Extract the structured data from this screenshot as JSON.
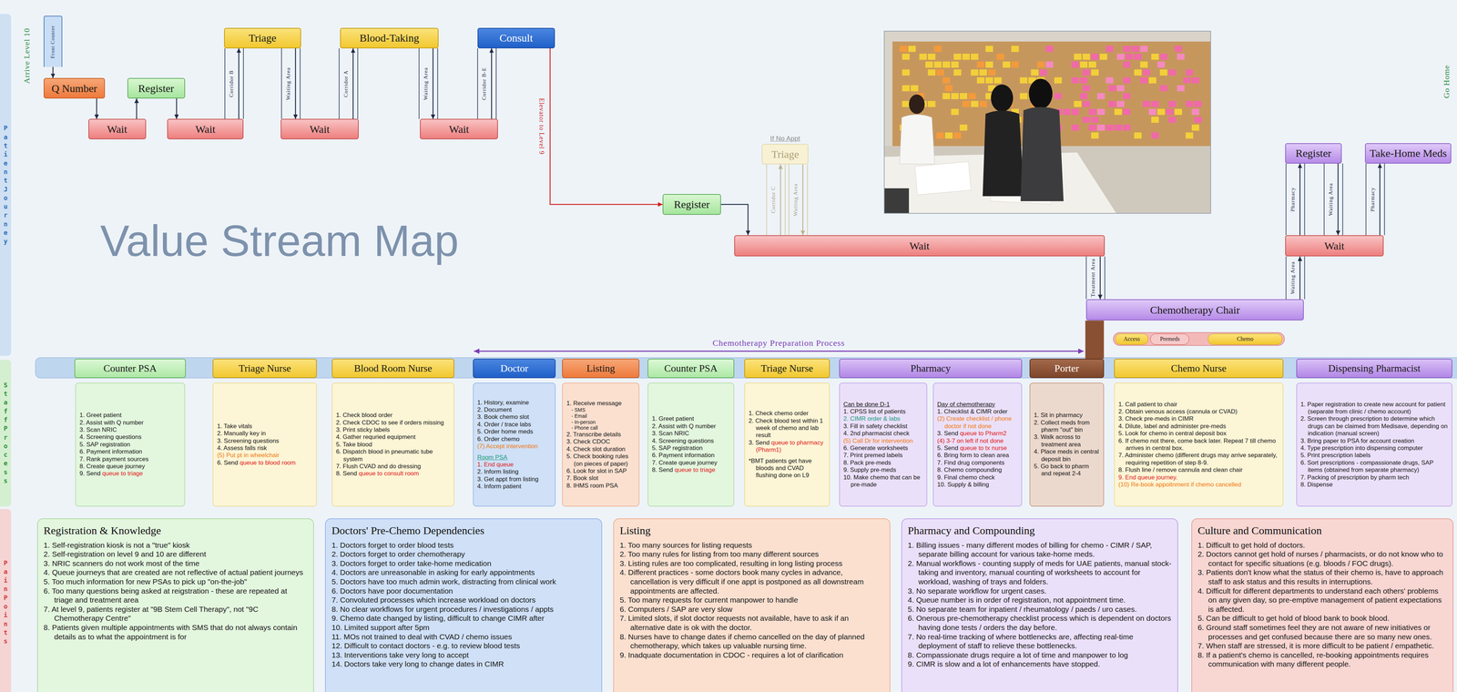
{
  "diagram": {
    "title": "Value Stream Map",
    "nodes": [
      {
        "text": [
          "Front Counter"
        ]
      },
      {
        "text": [
          "Q Number"
        ]
      },
      {
        "text": [
          "Wait"
        ]
      },
      {
        "text": [
          "Register"
        ]
      },
      {
        "text": [
          "Wait"
        ]
      },
      {
        "text": [
          "Triage"
        ]
      },
      {
        "text": [
          "Wait"
        ]
      },
      {
        "text": [
          "Blood-Taking"
        ]
      },
      {
        "text": [
          "Wait"
        ]
      },
      {
        "text": [
          "Consult"
        ]
      },
      {
        "text": [
          "Register"
        ]
      },
      {
        "text": [
          "If No Appt",
          "Triage"
        ]
      },
      {
        "text": [
          "Wait"
        ]
      },
      {
        "text": [
          "Chemotherapy Chair"
        ]
      },
      {
        "text": [
          "Access"
        ]
      },
      {
        "text": [
          "Premeds"
        ]
      },
      {
        "text": [
          "Chemo"
        ]
      },
      {
        "text": [
          "Wait"
        ]
      },
      {
        "text": [
          "Register"
        ]
      },
      {
        "text": [
          "Take-Home Meds"
        ]
      },
      {
        "text": [
          "Patient Journey"
        ]
      },
      {
        "text": [
          "Staff Process"
        ]
      },
      {
        "text": [
          "Pain Points"
        ]
      },
      {
        "text": [
          "Counter PSA"
        ]
      },
      {
        "text": [
          "1. Greet patient",
          "2. Assist with Q number",
          "3. Scan NRIC",
          "4. Screening questions",
          "5. SAP registration",
          "6. Payment information",
          "7. Rank payment sources",
          "8. Create queue journey",
          "9. Send",
          "queue to triage"
        ]
      },
      {
        "text": [
          "Triage Nurse"
        ]
      },
      {
        "text": [
          "1. Take vitals",
          "2. Manually key in",
          "3. Screening questions",
          "4. Assess falls risk",
          "(5) Put pt in wheelchair",
          "6. Send",
          "queue to blood room"
        ]
      },
      {
        "text": [
          "Blood Room Nurse"
        ]
      },
      {
        "text": [
          "1. Check blood order",
          "2. Check CDOC to see if orders missing",
          "3. Print sticky labels",
          "4. Gather requried equipment",
          "5. Take blood",
          "6. Dispatch blood in pneumatic tube system",
          "7. Flush CVAD and do dressing",
          "8. Send",
          "queue to consult room"
        ]
      },
      {
        "text": [
          "Doctor"
        ]
      },
      {
        "text": [
          "1. History, examine",
          "2. Document",
          "3. Book chemo slot",
          "4. Order / trace labs",
          "5. Order home meds",
          "6. Order chemo",
          "(7) Accept intervention",
          "Room PSA",
          "1. End queue",
          "2. Inform listing",
          "3. Get appt from listing",
          "4. Inform patient"
        ]
      },
      {
        "text": [
          "Listing"
        ]
      },
      {
        "text": [
          "1. Receive message",
          "- SMS",
          "- Email",
          "- In-person",
          "- Phone call",
          "2. Transcribe details",
          "3. Check CDOC",
          "4. Check slot duration",
          "5. Check booking rules (on pieces of paper)",
          "6. Look for slot in SAP",
          "7. Book slot",
          "8. IHMS room PSA"
        ]
      },
      {
        "text": [
          "Counter PSA"
        ]
      },
      {
        "text": [
          "1. Greet patient",
          "2. Assist with Q number",
          "3. Scan NRIC",
          "4. Screening questions",
          "5. SAP registration",
          "6. Payment information",
          "7. Create queue journey",
          "8. Send",
          "queue to triage"
        ]
      },
      {
        "text": [
          "Triage Nurse"
        ]
      },
      {
        "text": [
          "1. Check chemo order",
          "2. Check blood test within 1 week of chemo and lab result",
          "3. Send",
          "queue to pharmacy (Pharm1)",
          "*BMT patients get have bloods and CVAD flushing done on L9"
        ]
      },
      {
        "text": [
          "Pharmacy"
        ]
      },
      {
        "text": [
          "Can be done D-1",
          "1. CPSS list of patients",
          "2. CIMR order & labs",
          "3. Fill in safety checklist",
          "4. 2nd pharmacist check",
          "(5) Call Dr for intervention",
          "6. Generate worksheets",
          "7. Print premed labels",
          "8. Pack pre-meds",
          "9. Supply pre-meds",
          "10. Make chemo that can be pre-made"
        ]
      },
      {
        "text": [
          "Day of chemotherapy",
          "1. Checklist & CIMR order",
          "(2) Create checklist / phone doctor if not done",
          "3. Send",
          "queue to Pharm2",
          "(4) 3-7 on left if not done",
          "5. Send",
          "queue to tx nurse",
          "6. Bring form to clean area",
          "7. Find drug components",
          "8. Chemo compounding",
          "9. Final chemo check",
          "10. Supply & billing"
        ]
      },
      {
        "text": [
          "Porter"
        ]
      },
      {
        "text": [
          "1. Sit in pharmacy",
          "2. Collect meds from pharm \"out\" bin",
          "3. Walk across to treatment area",
          "4. Place meds in central deposit bin",
          "5. Go back to pharm and repeat 2-4"
        ]
      },
      {
        "text": [
          "Chemo Nurse"
        ]
      },
      {
        "text": [
          "1. Call patient to chair",
          "2. Obtain venous access (cannula or CVAD)",
          "3. Check pre-meds in CIMR",
          "4. Dilute, label and administer pre-meds",
          "5. Look for chemo in central deposit box",
          "6. If chemo not there, come back later. Repeat 7 till chemo arrives in central box.",
          "7. Administer chemo (different drugs may arrive separately, requiring repetition of step 8-9.",
          "8. Flush line / remove cannula and clean chair",
          "9. End queue journey.",
          "(10) Re-book appoitnment if chemo cancelled"
        ]
      },
      {
        "text": [
          "Dispensing Pharmacist"
        ]
      },
      {
        "text": [
          "1. Paper registration to create new account for patient (separate from clinic / chemo account)",
          "2. Screen through prescription to determine which drugs can be claimed from Medisave, depending on indication (manual screen)",
          "3. Bring paper to PSA for account creation",
          "4. Type prescription into dispensing computer",
          "5. Print prescription labels",
          "6. Sort prescriptions - compassionate drugs, SAP items (obtained from separate pharmacy)",
          "7. Packing of prescription by pharm tech",
          "8. Dispense"
        ]
      },
      {
        "text": [
          "Registration & Knowledge",
          "1. Self-registration kiosk is not a \"true\" kiosk",
          "2. Self-registration on level 9 and 10 are different",
          "3. NRIC scanners do not work most of the time",
          "4. Queue journeys that are created are not reflective of actual patient journeys",
          "5. Too much information for new PSAs to pick up \"on-the-job\"",
          "6. Too many questions being asked at reigstration - these are repeated at triage and treatment area",
          "7. At level 9, patients register at \"9B Stem Cell Therapy\", not \"9C Chemotherapy Centre\"",
          "8. Patients given multiple appointments with SMS that do not always contain details as to what the appointment is for"
        ]
      },
      {
        "text": [
          "Doctors' Pre-Chemo Dependencies",
          "1. Doctors forget to order blood tests",
          "2. Doctors forget to order chemotherapy",
          "3. Doctors forget to order take-home medication",
          "4. Doctors are unreasonable in asking for early appointments",
          "5. Doctors have too much admin work, distracting from clinical work",
          "6. Doctors have poor documentation",
          "7. Convoluted processes which increase workload on doctors",
          "8. No clear workflows for urgent procedures / investigations / appts",
          "9. Chemo date changed by listing, difficult to change CIMR after",
          "10. Limited support after 5pm",
          "11. MOs not trained to deal with CVAD / chemo issues",
          "12. Difficult to contact doctors - e.g. to review blood tests",
          "13. Interventions take very long to accept",
          "14. Doctors take very long to change dates in CIMR"
        ]
      },
      {
        "text": [
          "Listing",
          "1. Too many sources for listing requests",
          "2. Too many rules for listing from too many different sources",
          "3. Listing rules are too complicated, resulting in long listing process",
          "4. Different practices - some doctors book many cycles in advance, cancellation is very difficult if one appt is postponed as all downstream appointments are affected.",
          "5. Too many requests for current manpower to handle",
          "6. Computers / SAP are very slow",
          "7. Limited slots, if slot doctor requests not available, have to ask if an alternative date is ok with the doctor.",
          "8. Nurses have to change dates if chemo cancelled on the day of planned chemotherapy, which takes up valuable nursing time.",
          "9. Inadquate documentation in CDOC - requires a lot of clarification"
        ]
      },
      {
        "text": [
          "Pharmacy and Compounding",
          "1. Billing issues - many different modes of billing for chemo - CIMR / SAP, separate billing account for various take-home meds.",
          "2. Manual workflows - counting supply of meds for UAE patients, manual stock-taking and inventory, manual counting of worksheets to account for workload, washing of trays and folders.",
          "3. No separate workflow for urgent cases.",
          "4. Queue number is in order of registration, not appointment time.",
          "5. No separate team for inpatient / rheumatology / paeds / uro cases.",
          "6. Onerous pre-chemotherapy checklist process which is dependent on doctors having done tests / orders the day before.",
          "7. No real-time tracking of where bottlenecks are, affecting real-time deployment of staff to relieve these bottlenecks.",
          "8. Compassionate drugs require a lot of time and manpower to log",
          "9. CIMR is slow and a lot of enhancements have stopped."
        ]
      },
      {
        "text": [
          "Culture and Communication",
          "1. Difficult to get hold of doctors.",
          "2. Doctors cannot get hold of nurses / pharmacists, or do not know who to contact for specific situations (e.g. bloods / FOC drugs).",
          "3. Patients don't know what the status of their chemo is, have to approach staff to ask status and this results in interruptions.",
          "4. Difficult for different departments to understand each others' problems on any given day, so pre-emptive management of patient expectations is affected.",
          "5. Can be difficult to get hold of blood bank to book blood.",
          "6. Ground staff sometimes feel they are not aware of new initiatives or processes and get confused because there are so many new ones.",
          "7. When staff are stressed, it is more difficult to be patient / empathetic.",
          "8. If a patient's chemo is cancelled, re-booking appointments requires communication with many different people."
        ]
      }
    ],
    "edges": [
      {
        "from": 0,
        "to": 1,
        "arrow": "to"
      },
      {
        "from": 1,
        "to": 2,
        "arrow": "to"
      },
      {
        "from": 2,
        "to": 3,
        "arrow": "to"
      },
      {
        "from": 3,
        "to": 4,
        "arrow": "to"
      },
      {
        "from": 4,
        "to": 5,
        "label": "Corridor B",
        "arrow": "to"
      },
      {
        "from": 5,
        "to": 6,
        "label": "Waiting Area",
        "arrow": "to"
      },
      {
        "from": 6,
        "to": 7,
        "label": "Corridor A",
        "arrow": "to"
      },
      {
        "from": 7,
        "to": 8,
        "label": "Waiting Area",
        "arrow": "to"
      },
      {
        "from": 8,
        "to": 9,
        "label": "Corridor B-E",
        "arrow": "to"
      },
      {
        "from": 9,
        "to": 10,
        "label": "Elevator to Level 9",
        "arrow": "to"
      },
      {
        "from": 10,
        "to": 12,
        "arrow": "to"
      },
      {
        "from": 12,
        "to": 11,
        "label": "Corridor C",
        "arrow": "to"
      },
      {
        "from": 11,
        "to": 12,
        "label": "Waiting Area",
        "arrow": "to"
      },
      {
        "from": 12,
        "to": 13,
        "label": "Treatment Area",
        "arrow": "to"
      },
      {
        "from": 13,
        "to": 17,
        "label": "Waiting Area",
        "arrow": "to"
      },
      {
        "from": 17,
        "to": 18,
        "label": "Pharmacy",
        "arrow": "to"
      },
      {
        "from": 18,
        "to": 17,
        "label": "Waiting Area",
        "arrow": "to"
      },
      {
        "from": 17,
        "to": 19,
        "label": "Pharmacy",
        "arrow": "to"
      },
      {
        "from": 40,
        "to": 13,
        "arrow": "none"
      }
    ],
    "labels": [
      "Arrive Level 10",
      "Go Home",
      "Chemotherapy Preparation Process"
    ]
  }
}
